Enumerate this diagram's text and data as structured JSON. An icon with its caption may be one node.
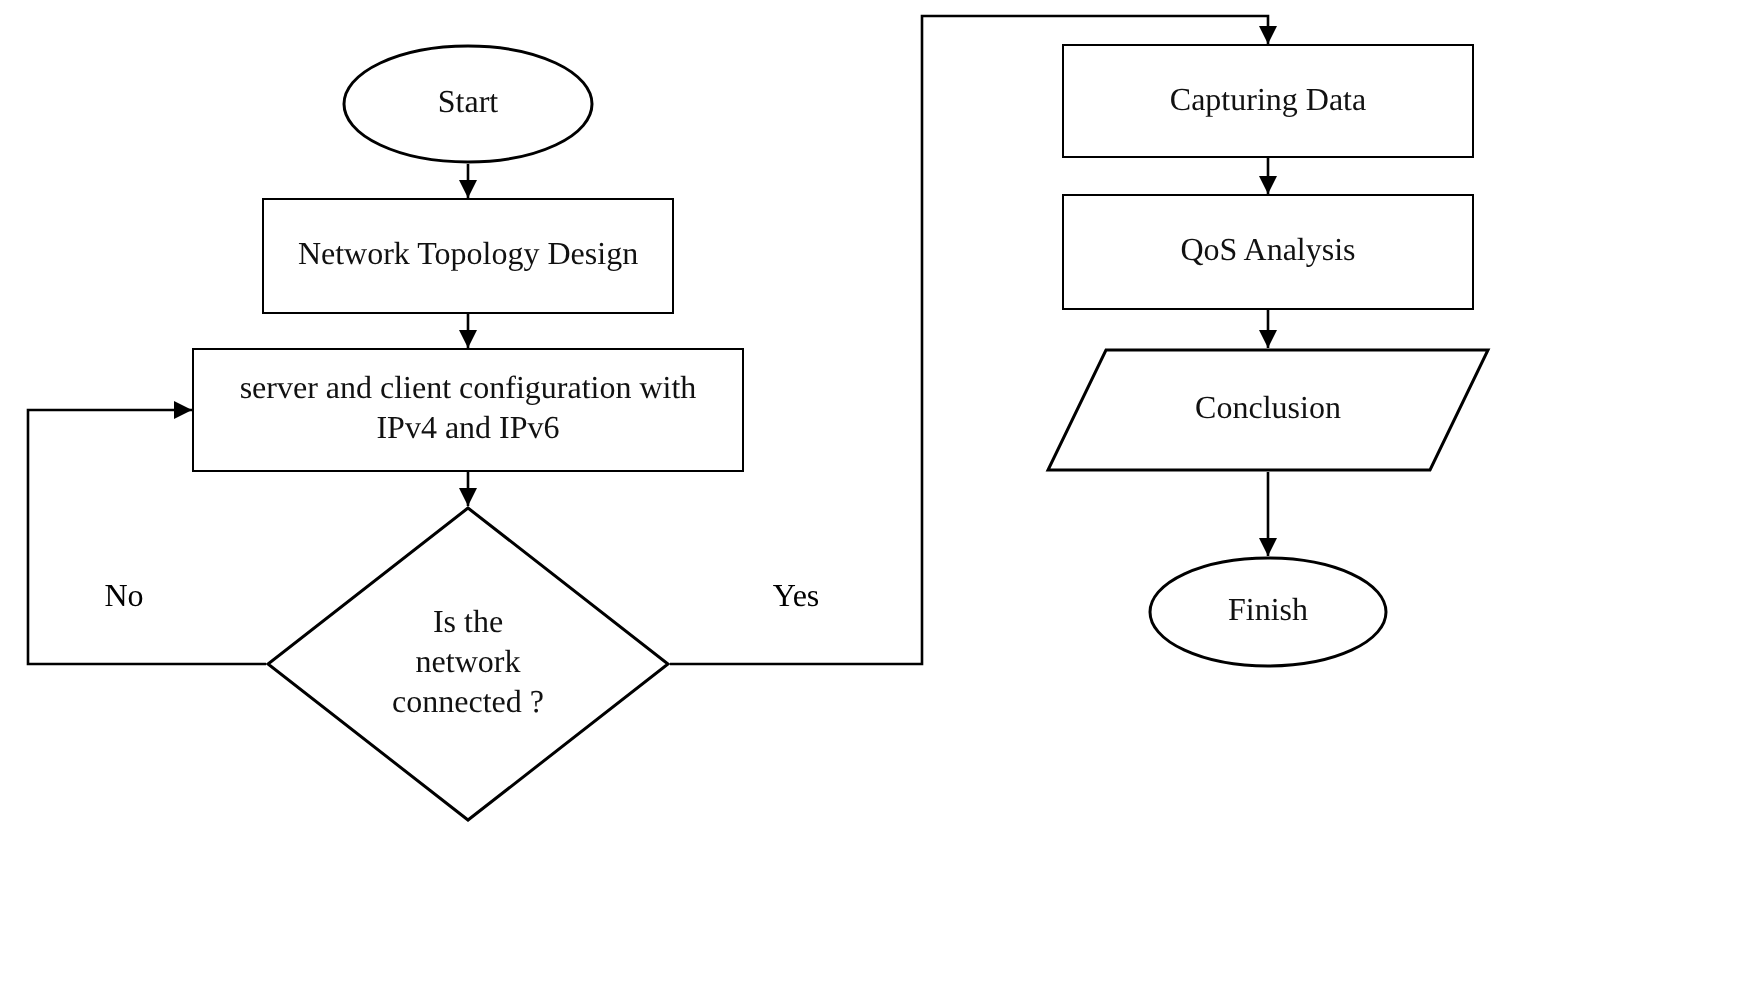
{
  "diagram": {
    "nodes": [
      {
        "text": [
          "Start"
        ]
      },
      {
        "text": [
          "Network Topology Design"
        ]
      },
      {
        "text": [
          "server and client configuration with IPv4 and IPv6"
        ]
      },
      {
        "text": [
          "Is the network connected ?"
        ]
      },
      {
        "text": [
          "Capturing Data"
        ]
      },
      {
        "text": [
          "QoS Analysis"
        ]
      },
      {
        "text": [
          "Conclusion"
        ]
      },
      {
        "text": [
          "Finish"
        ]
      }
    ],
    "edges": [
      {
        "from": 0,
        "to": 1,
        "arrow": "to"
      },
      {
        "from": 1,
        "to": 2,
        "arrow": "to"
      },
      {
        "from": 2,
        "to": 3,
        "arrow": "to"
      },
      {
        "from": 3,
        "to": 2,
        "arrow": "to",
        "label": "No"
      },
      {
        "from": 3,
        "to": 4,
        "arrow": "to",
        "label": "Yes"
      },
      {
        "from": 4,
        "to": 5,
        "arrow": "to"
      },
      {
        "from": 5,
        "to": 6,
        "arrow": "to"
      },
      {
        "from": 6,
        "to": 7,
        "arrow": "to"
      }
    ]
  }
}
